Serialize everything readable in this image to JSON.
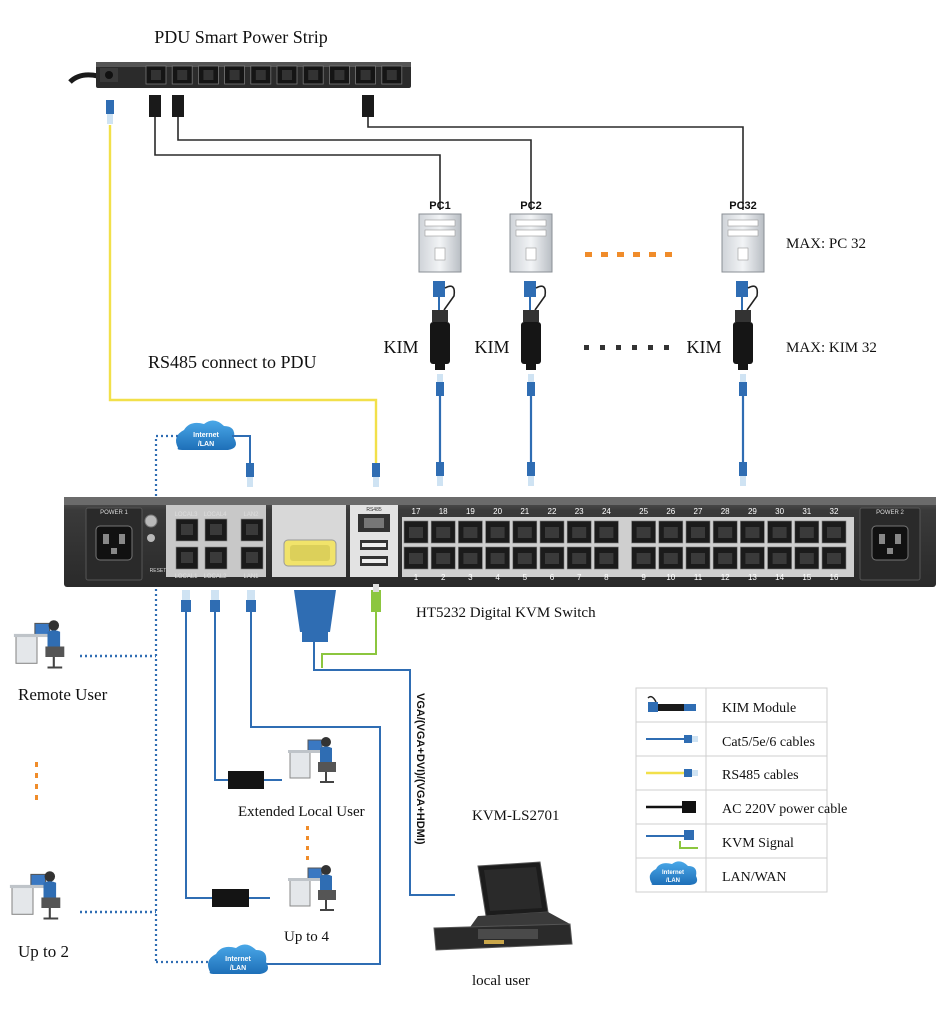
{
  "pdu": {
    "title": "PDU Smart Power Strip"
  },
  "pcs": [
    {
      "label": "PC1"
    },
    {
      "label": "PC2"
    },
    {
      "label": "PC32"
    }
  ],
  "kims": [
    {
      "label": "KIM"
    },
    {
      "label": "KIM"
    },
    {
      "label": "KIM"
    }
  ],
  "max_pc": "MAX: PC 32",
  "max_kim": "MAX: KIM 32",
  "rs485_label": "RS485 connect to PDU",
  "switch": {
    "name": "HT5232 Digital KVM Switch",
    "power1": "POWER 1",
    "power2": "POWER 2",
    "reset": "RESET",
    "local3": "LOCAL3",
    "local4": "LOCAL4",
    "lan2": "LAN2",
    "local1": "LOCAL1",
    "local2": "LOCAL2",
    "lan1": "LAN1",
    "rs485": "RS485",
    "top_ports": [
      "17",
      "18",
      "19",
      "20",
      "21",
      "22",
      "23",
      "24",
      "25",
      "26",
      "27",
      "28",
      "29",
      "30",
      "31",
      "32"
    ],
    "bottom_ports": [
      "1",
      "2",
      "3",
      "4",
      "5",
      "6",
      "7",
      "8",
      "9",
      "10",
      "11",
      "12",
      "13",
      "14",
      "15",
      "16"
    ]
  },
  "cloud_label": [
    "Internet",
    "/LAN"
  ],
  "users": {
    "remote": "Remote User",
    "upto2": "Up to 2",
    "extended": "Extended Local User",
    "upto4": "Up to 4",
    "local": "local user"
  },
  "console": {
    "name": "KVM-LS2701"
  },
  "vga_label": "VGA/(VGA+DVI)/(VGA+HDMI)",
  "legend": [
    {
      "icon": "kim-module-icon",
      "label": "KIM Module"
    },
    {
      "icon": "cat-cable-icon",
      "label": "Cat5/5e/6 cables"
    },
    {
      "icon": "rs485-cable-icon",
      "label": "RS485 cables"
    },
    {
      "icon": "power-cable-icon",
      "label": "AC 220V power cable"
    },
    {
      "icon": "kvm-signal-icon",
      "label": "KVM Signal"
    },
    {
      "icon": "cloud-icon",
      "label": "LAN/WAN"
    }
  ],
  "colors": {
    "cat_cable": "#2f6db3",
    "rs485_cable": "#f2e04a",
    "kvm_signal": "#8cc63f",
    "power_cable": "#1a1a1a",
    "dots_orange": "#f08c2a",
    "switch_body": "#3a3a3a"
  }
}
